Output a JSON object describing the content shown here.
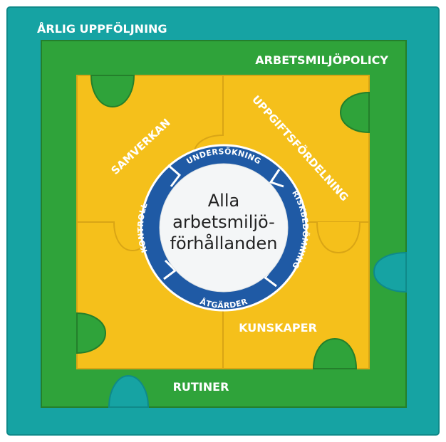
{
  "labels": {
    "outer": "ÅRLIG UPPFÖLJNING",
    "policy": "ARBETSMILJÖPOLICY",
    "samverkan": "SAMVERKAN",
    "uppgift": "UPPGIFTSFÖRDELNING",
    "kunskaper": "KUNSKAPER",
    "rutiner": "RUTINER"
  },
  "cycle": {
    "steps": [
      "UNDERSÖKNING",
      "RISKBEDÖMNING",
      "ÅTGÄRDER",
      "KONTROLL"
    ]
  },
  "center": {
    "lines": [
      "Alla",
      "arbetsmiljö-",
      "förhållanden"
    ]
  },
  "colors": {
    "teal": "#16a3a3",
    "green": "#2fa33a",
    "yellow": "#f5c01b",
    "blue": "#1f5aa5",
    "white": "#ffffff"
  }
}
